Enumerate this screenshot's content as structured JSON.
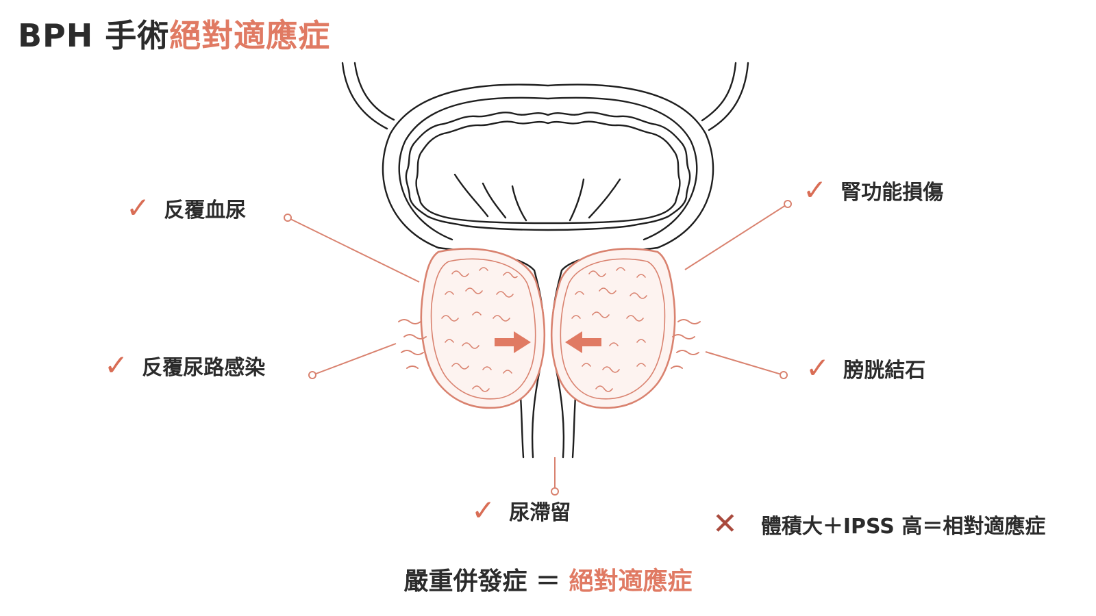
{
  "title": {
    "main": "BPH 手術",
    "accent": "絕對適應症"
  },
  "colors": {
    "accent": "#e07a63",
    "line": "#1e1e1e",
    "leader": "#d9826f",
    "check": "#d96d55",
    "cross": "#a94a3d"
  },
  "labels": {
    "hematuria": "反覆血尿",
    "uti": "反覆尿路感染",
    "retention": "尿滯留",
    "renal": "腎功能損傷",
    "stone": "膀胱結石"
  },
  "check_glyph": "✓",
  "cross_glyph": "✕",
  "relative_note": "體積大＋IPSS 高＝相對適應症",
  "footer": {
    "main": "嚴重併發症 ＝ ",
    "accent": "絕對適應症"
  }
}
